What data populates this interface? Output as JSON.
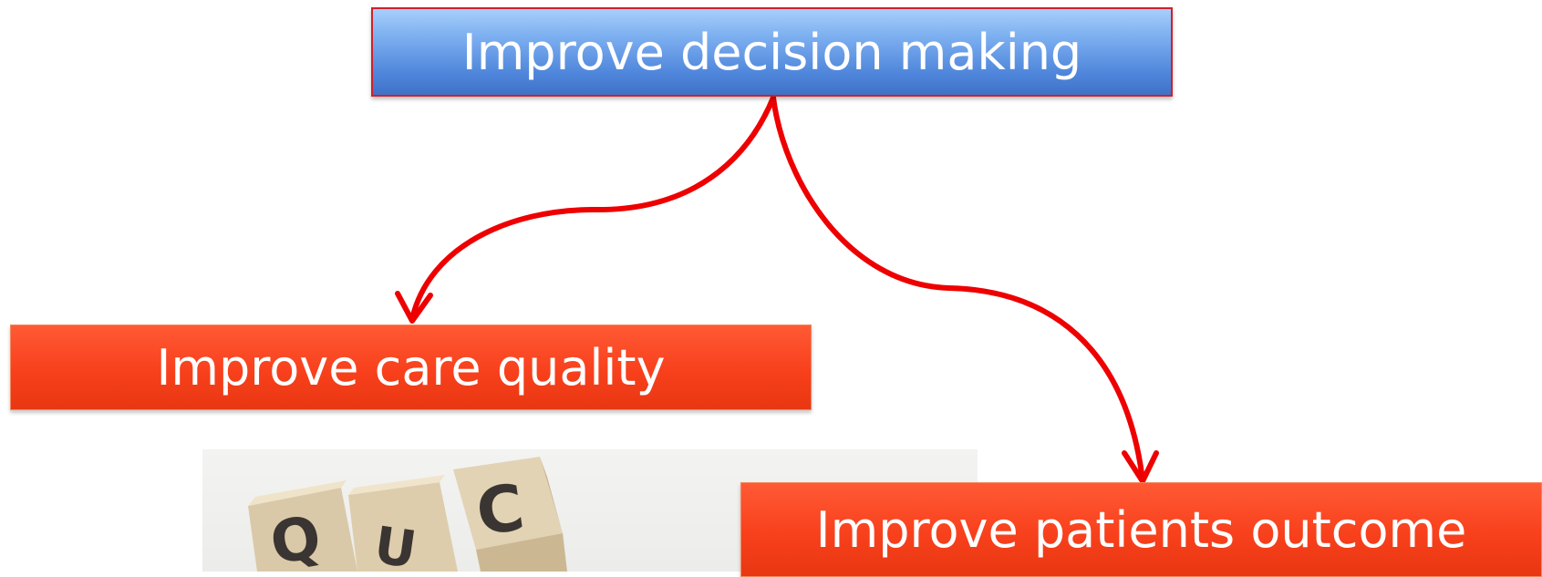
{
  "diagram": {
    "top_node": {
      "label": "Improve decision making"
    },
    "left_node": {
      "label": "Improve care quality"
    },
    "right_node": {
      "label": "Improve patients outcome"
    },
    "connector_color": "#ee0000",
    "photo": {
      "description_icon": "letter-tiles-photo",
      "tiles": [
        "Q",
        "U",
        "C"
      ]
    }
  }
}
